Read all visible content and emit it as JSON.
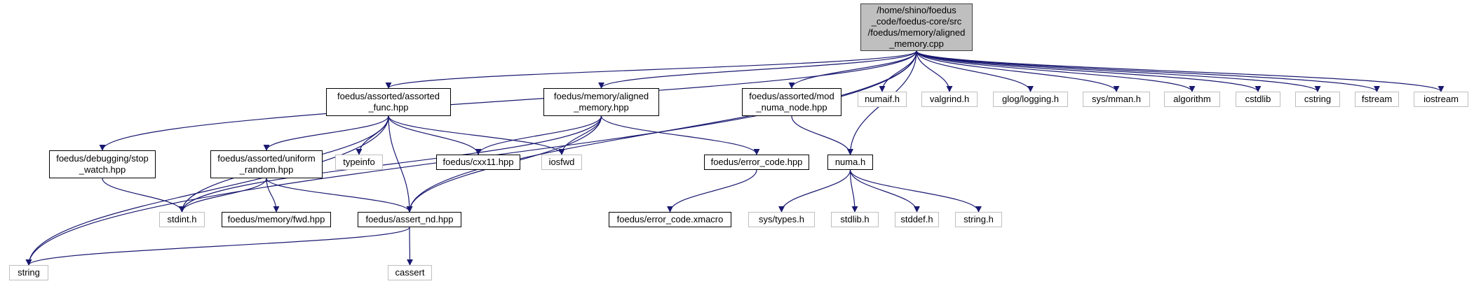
{
  "graph": {
    "edge_color": "#191970",
    "nodes": [
      {
        "id": "root",
        "label": "/home/shino/foedus\n_code/foedus-core/src\n/foedus/memory/aligned\n_memory.cpp",
        "kind": "root"
      },
      {
        "id": "assorted_func",
        "label": "foedus/assorted/assorted\n_func.hpp",
        "kind": "documented"
      },
      {
        "id": "aligned_memory_hpp",
        "label": "foedus/memory/aligned\n_memory.hpp",
        "kind": "documented"
      },
      {
        "id": "mod_numa_node",
        "label": "foedus/assorted/mod\n_numa_node.hpp",
        "kind": "documented"
      },
      {
        "id": "stop_watch",
        "label": "foedus/debugging/stop\n_watch.hpp",
        "kind": "documented"
      },
      {
        "id": "uniform_random",
        "label": "foedus/assorted/uniform\n_random.hpp",
        "kind": "documented"
      },
      {
        "id": "cxx11",
        "label": "foedus/cxx11.hpp",
        "kind": "documented"
      },
      {
        "id": "error_code_hpp",
        "label": "foedus/error_code.hpp",
        "kind": "documented"
      },
      {
        "id": "numa_h",
        "label": "numa.h",
        "kind": "documented"
      },
      {
        "id": "fwd",
        "label": "foedus/memory/fwd.hpp",
        "kind": "documented"
      },
      {
        "id": "assert_nd",
        "label": "foedus/assert_nd.hpp",
        "kind": "documented"
      },
      {
        "id": "error_code_xmacro",
        "label": "foedus/error_code.xmacro",
        "kind": "documented"
      },
      {
        "id": "numaif",
        "label": "numaif.h",
        "kind": "external"
      },
      {
        "id": "valgrind",
        "label": "valgrind.h",
        "kind": "external"
      },
      {
        "id": "glog",
        "label": "glog/logging.h",
        "kind": "external"
      },
      {
        "id": "sys_mman",
        "label": "sys/mman.h",
        "kind": "external"
      },
      {
        "id": "algorithm",
        "label": "algorithm",
        "kind": "external"
      },
      {
        "id": "cstdlib",
        "label": "cstdlib",
        "kind": "external"
      },
      {
        "id": "cstring",
        "label": "cstring",
        "kind": "external"
      },
      {
        "id": "fstream",
        "label": "fstream",
        "kind": "external"
      },
      {
        "id": "iostream",
        "label": "iostream",
        "kind": "external"
      },
      {
        "id": "typeinfo",
        "label": "typeinfo",
        "kind": "external"
      },
      {
        "id": "iosfwd",
        "label": "iosfwd",
        "kind": "external"
      },
      {
        "id": "stdint",
        "label": "stdint.h",
        "kind": "external"
      },
      {
        "id": "sys_types",
        "label": "sys/types.h",
        "kind": "external"
      },
      {
        "id": "stdlib_h",
        "label": "stdlib.h",
        "kind": "external"
      },
      {
        "id": "stddef_h",
        "label": "stddef.h",
        "kind": "external"
      },
      {
        "id": "string_h",
        "label": "string.h",
        "kind": "external"
      },
      {
        "id": "string",
        "label": "string",
        "kind": "external"
      },
      {
        "id": "cassert",
        "label": "cassert",
        "kind": "external"
      }
    ],
    "edges": [
      {
        "from": "root",
        "to": "assorted_func"
      },
      {
        "from": "root",
        "to": "aligned_memory_hpp"
      },
      {
        "from": "root",
        "to": "mod_numa_node"
      },
      {
        "from": "root",
        "to": "stop_watch"
      },
      {
        "from": "root",
        "to": "string"
      },
      {
        "from": "root",
        "to": "assert_nd"
      },
      {
        "from": "root",
        "to": "numa_h"
      },
      {
        "from": "root",
        "to": "numaif"
      },
      {
        "from": "root",
        "to": "valgrind"
      },
      {
        "from": "root",
        "to": "glog"
      },
      {
        "from": "root",
        "to": "sys_mman"
      },
      {
        "from": "root",
        "to": "algorithm"
      },
      {
        "from": "root",
        "to": "cstdlib"
      },
      {
        "from": "root",
        "to": "cstring"
      },
      {
        "from": "root",
        "to": "fstream"
      },
      {
        "from": "root",
        "to": "iostream"
      },
      {
        "from": "assorted_func",
        "to": "uniform_random"
      },
      {
        "from": "assorted_func",
        "to": "typeinfo"
      },
      {
        "from": "assorted_func",
        "to": "cxx11"
      },
      {
        "from": "assorted_func",
        "to": "iosfwd"
      },
      {
        "from": "assorted_func",
        "to": "stdint"
      },
      {
        "from": "assorted_func",
        "to": "assert_nd"
      },
      {
        "from": "assorted_func",
        "to": "string"
      },
      {
        "from": "aligned_memory_hpp",
        "to": "cxx11"
      },
      {
        "from": "aligned_memory_hpp",
        "to": "iosfwd"
      },
      {
        "from": "aligned_memory_hpp",
        "to": "error_code_hpp"
      },
      {
        "from": "aligned_memory_hpp",
        "to": "assert_nd"
      },
      {
        "from": "aligned_memory_hpp",
        "to": "stdint"
      },
      {
        "from": "mod_numa_node",
        "to": "numa_h"
      },
      {
        "from": "stop_watch",
        "to": "stdint"
      },
      {
        "from": "uniform_random",
        "to": "stdint"
      },
      {
        "from": "uniform_random",
        "to": "fwd"
      },
      {
        "from": "uniform_random",
        "to": "assert_nd"
      },
      {
        "from": "error_code_hpp",
        "to": "error_code_xmacro"
      },
      {
        "from": "numa_h",
        "to": "sys_types"
      },
      {
        "from": "numa_h",
        "to": "stdlib_h"
      },
      {
        "from": "numa_h",
        "to": "stddef_h"
      },
      {
        "from": "numa_h",
        "to": "string_h"
      },
      {
        "from": "assert_nd",
        "to": "string"
      },
      {
        "from": "assert_nd",
        "to": "cassert"
      }
    ]
  }
}
